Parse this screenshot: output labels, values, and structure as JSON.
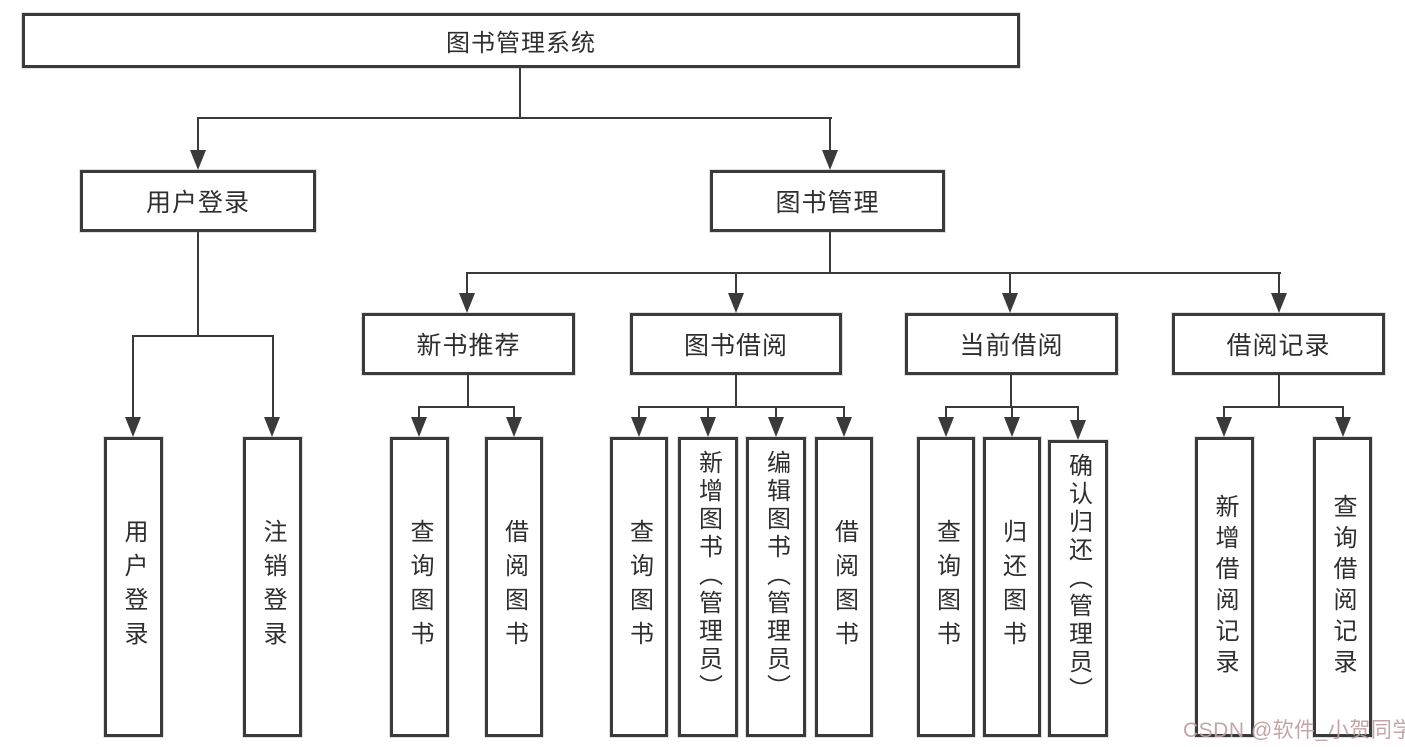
{
  "diagram": {
    "title": "图书管理系统",
    "branches": {
      "user_login": "用户登录",
      "book_mgmt": "图书管理"
    },
    "modules": {
      "new_book_rec": "新书推荐",
      "book_borrow": "图书借阅",
      "current_borrow": "当前借阅",
      "borrow_record": "借阅记录"
    },
    "leaves": {
      "user_login": "用户登录",
      "logout": "注销登录",
      "query_book_rec": "查询图书",
      "borrow_book_rec": "借阅图书",
      "query_book_borrow": "查询图书",
      "add_book_admin": "新增图书（管理员）",
      "edit_book_admin": "编辑图书（管理员）",
      "borrow_book": "借阅图书",
      "query_book_current": "查询图书",
      "return_book": "归还图书",
      "confirm_return_admin": "确认归还（管理员）",
      "add_borrow_record": "新增借阅记录",
      "query_borrow_record": "查询借阅记录"
    },
    "colors": {
      "line": "#3a3a3a",
      "text": "#2e2e2e",
      "watermark_text_color": "#c1a0a0"
    }
  },
  "watermark": {
    "text": "CSDN @软件_小贺同学"
  }
}
